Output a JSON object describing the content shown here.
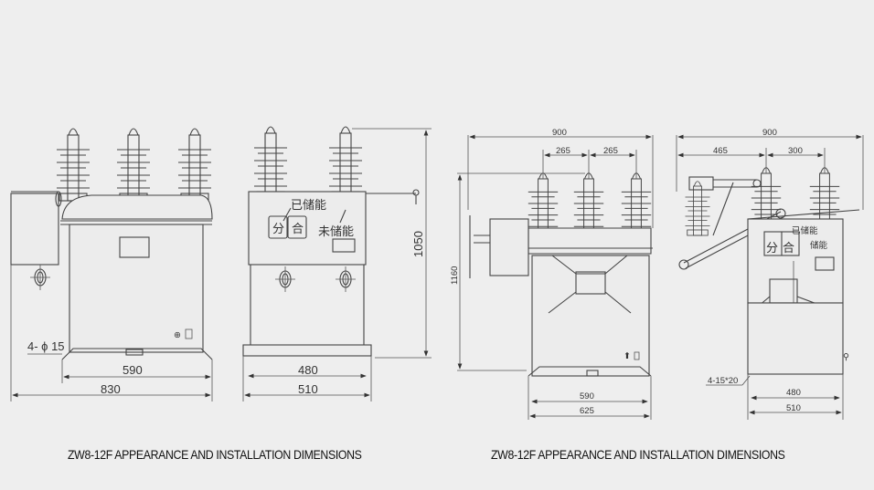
{
  "figures": [
    {
      "id": "left-figure",
      "caption": "ZW8-12F APPEARANCE AND INSTALLATION DIMENSIONS",
      "front_view": {
        "dimensions": {
          "mount_hole_spacing": "590",
          "overall_width": "830",
          "mounting_holes": "4- ϕ 15"
        }
      },
      "side_view": {
        "labels": {
          "energy_stored": "已储能",
          "energy_not_stored": "未储能",
          "open": "分",
          "close": "合"
        },
        "dimensions": {
          "mount_hole_spacing": "480",
          "base_width": "510",
          "overall_height": "1050"
        }
      }
    },
    {
      "id": "right-figure",
      "caption": "ZW8-12F APPEARANCE AND INSTALLATION DIMENSIONS",
      "front_view": {
        "dimensions": {
          "overall_width": "900",
          "phase_spacing_1": "265",
          "phase_spacing_2": "265",
          "overall_height": "1160",
          "mount_hole_spacing": "590",
          "base_width": "625"
        }
      },
      "side_view": {
        "labels": {
          "energy_stored": "已储能",
          "energy_not_stored": "储能",
          "open": "分",
          "close": "合"
        },
        "dimensions": {
          "overall_width": "900",
          "disconnector_offset": "465",
          "phase_offset": "300",
          "mounting_holes": "4-15*20",
          "mount_hole_spacing": "480",
          "base_width": "510"
        }
      }
    }
  ]
}
